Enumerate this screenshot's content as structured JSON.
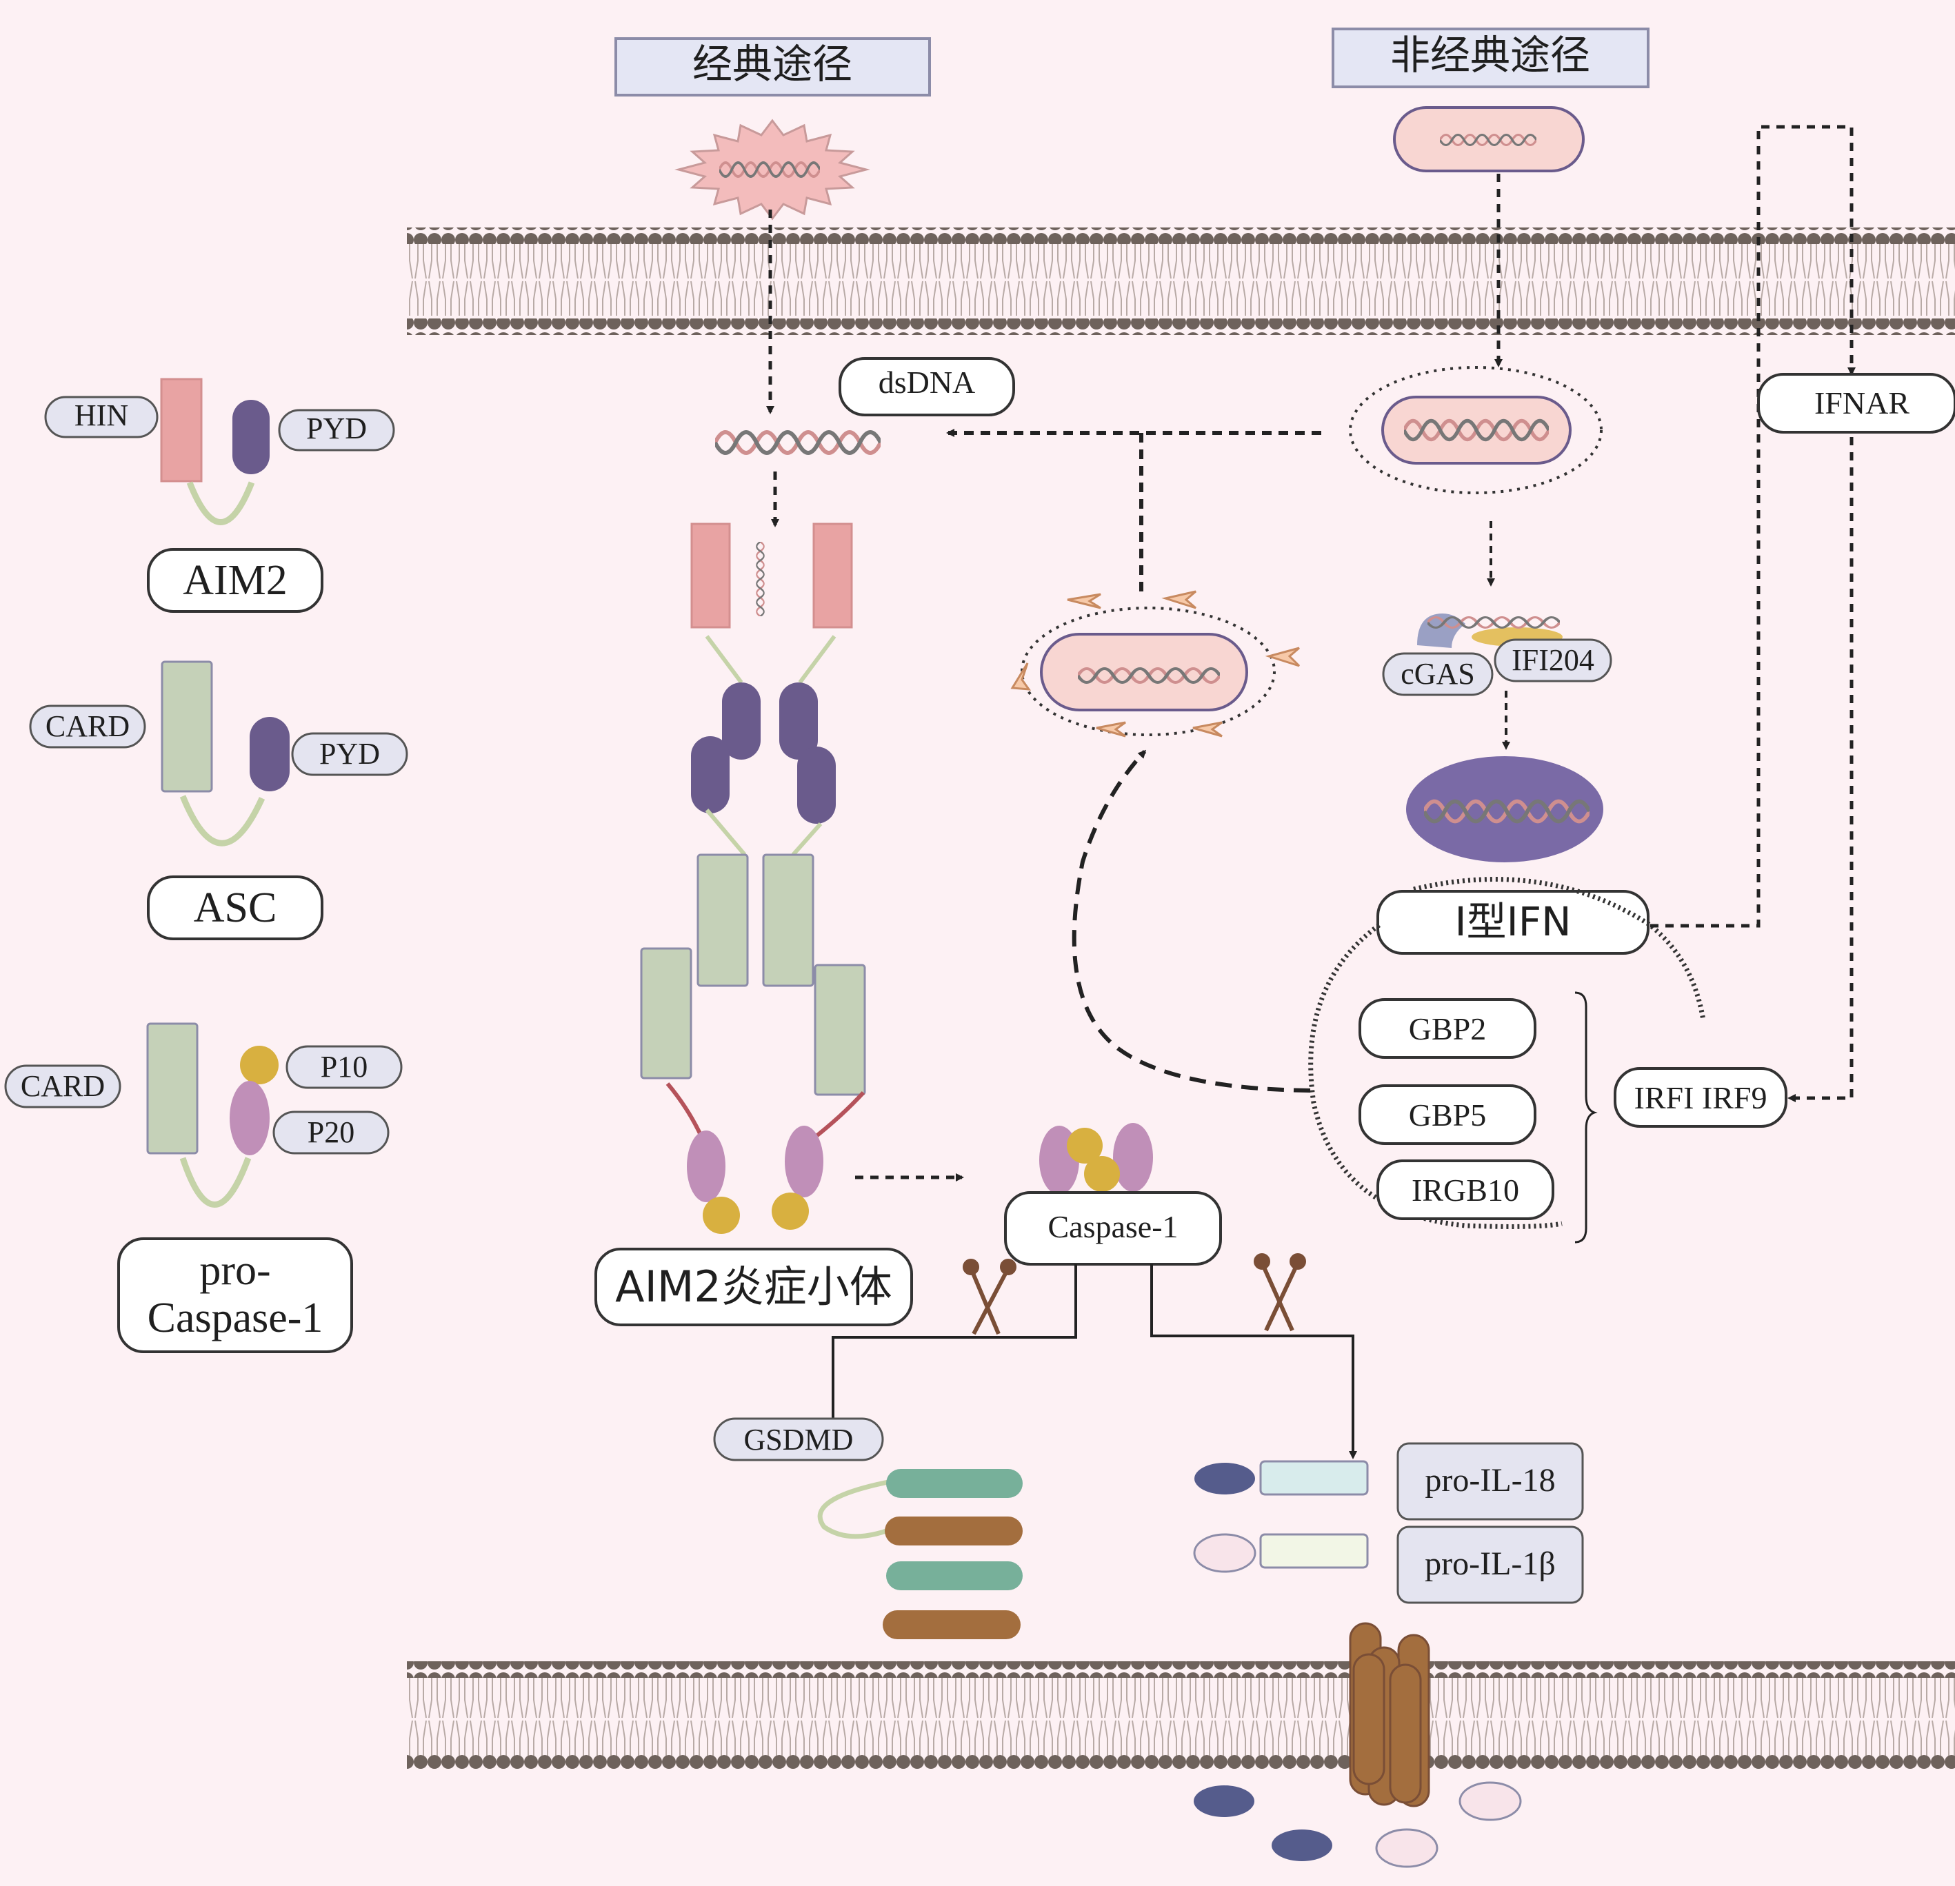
{
  "titles": {
    "canonical": "经典途径",
    "noncanonical": "非经典途径"
  },
  "legend": {
    "aim2": {
      "label": "AIM2",
      "domain_left": "HIN",
      "domain_right": "PYD"
    },
    "asc": {
      "label": "ASC",
      "domain_left": "CARD",
      "domain_right": "PYD"
    },
    "procasp": {
      "label_line1": "pro-",
      "label_line2": "Caspase-1",
      "domain_left": "CARD",
      "domain_p10": "P10",
      "domain_p20": "P20"
    }
  },
  "labels": {
    "dsdna": "dsDNA",
    "inflammasome": "AIM2炎症小体",
    "caspase1": "Caspase-1",
    "gsdmd": "GSDMD",
    "pro_il18": "pro-IL-18",
    "pro_il1b": "pro-IL-1β",
    "cgas": "cGAS",
    "ifi204": "IFI204",
    "ifn": "Ⅰ型IFN",
    "gbp2": "GBP2",
    "gbp5": "GBP5",
    "irgb10": "IRGB10",
    "irf": "IRFI IRF9",
    "ifnar": "IFNAR"
  },
  "colors": {
    "background": "#fdf1f4",
    "hin": "#e8a3a3",
    "pyd": "#6a5b8c",
    "card": "#c5d1b8",
    "p20": "#c08fb8",
    "p10": "#d8b040",
    "label_box": "#e4e4f0",
    "membrane_head": "#6e625c",
    "gsdmd_teal": "#77b09a",
    "gsdmd_brown": "#a36e3e",
    "nucleus": "#7a6aa6"
  }
}
